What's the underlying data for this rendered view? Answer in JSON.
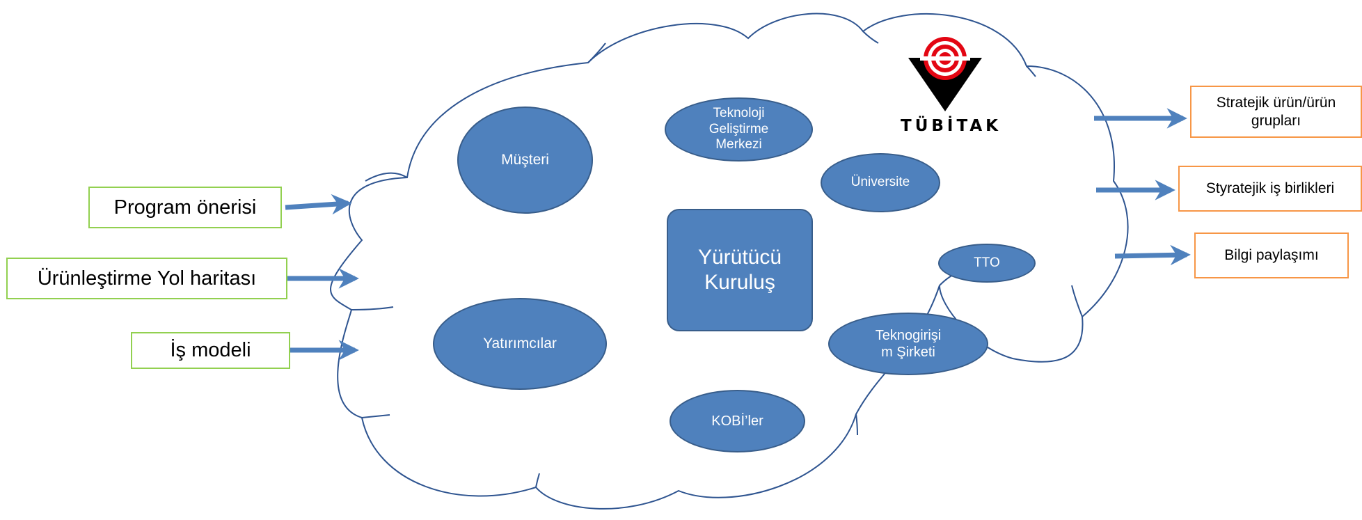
{
  "inputs": {
    "program": "Program  önerisi",
    "roadmap": "Ürünleştirme Yol haritası",
    "business_model": "İş modeli"
  },
  "outputs": {
    "strategic_products": "Stratejik ürün/ürün grupları",
    "strategic_partnerships": "Styratejik iş birlikleri",
    "knowledge_sharing": "Bilgi paylaşımı"
  },
  "nodes": {
    "customer": "Müşteri",
    "tech_center": "Teknoloji\nGeliştirme\nMerkezi",
    "university": "Üniversite",
    "executor": "Yürütücü\nKuruluş",
    "tto": "TTO",
    "investors": "Yatırımcılar",
    "tech_startup": "Teknogirişi\nm Şirketi",
    "sme": "KOBİ’ler"
  },
  "logo": {
    "text": "TÜBİTAK"
  },
  "colors": {
    "node_fill": "#4f81bd",
    "node_border": "#385d8a",
    "arrow": "#4f81bd",
    "cloud_outline": "#2e5490",
    "input_border": "#92d050",
    "output_border": "#f79646",
    "logo_red": "#e30613"
  }
}
